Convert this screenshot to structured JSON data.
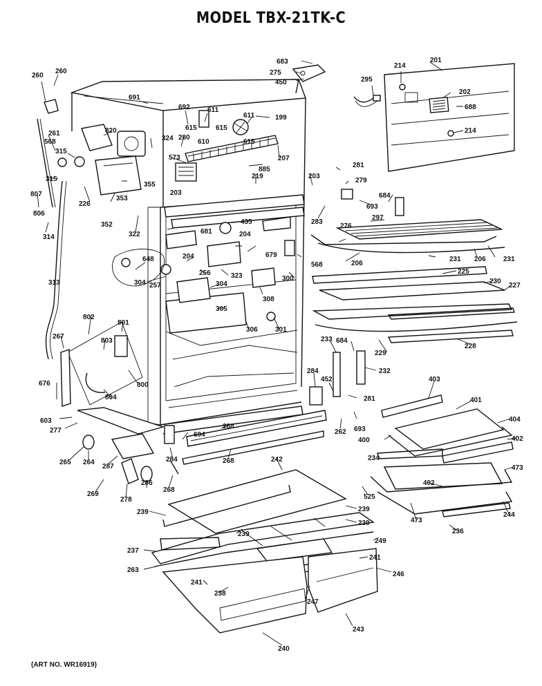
{
  "title": "MODEL TBX-21TK-C",
  "art_number": "(ART NO. WR16919)",
  "part_labels": [
    {
      "id": "p683",
      "text": "683"
    },
    {
      "id": "p275",
      "text": "275"
    },
    {
      "id": "p450",
      "text": "450"
    },
    {
      "id": "p295",
      "text": "295"
    },
    {
      "id": "p214a",
      "text": "214"
    },
    {
      "id": "p201",
      "text": "201"
    },
    {
      "id": "p202",
      "text": "202"
    },
    {
      "id": "p688",
      "text": "688"
    },
    {
      "id": "p214b",
      "text": "214"
    },
    {
      "id": "p260a",
      "text": "260"
    },
    {
      "id": "p260b",
      "text": "260"
    },
    {
      "id": "p691",
      "text": "691"
    },
    {
      "id": "p692",
      "text": "692"
    },
    {
      "id": "p611a",
      "text": "611"
    },
    {
      "id": "p611b",
      "text": "611"
    },
    {
      "id": "p199",
      "text": "199"
    },
    {
      "id": "p261",
      "text": "261"
    },
    {
      "id": "p820",
      "text": "820"
    },
    {
      "id": "p615a",
      "text": "615"
    },
    {
      "id": "p615b",
      "text": "615"
    },
    {
      "id": "p615c",
      "text": "615"
    },
    {
      "id": "p610",
      "text": "610"
    },
    {
      "id": "p568a",
      "text": "568"
    },
    {
      "id": "p324",
      "text": "324"
    },
    {
      "id": "p280",
      "text": "280"
    },
    {
      "id": "p207",
      "text": "207"
    },
    {
      "id": "p315a",
      "text": "315"
    },
    {
      "id": "p573",
      "text": "573"
    },
    {
      "id": "p885",
      "text": "885"
    },
    {
      "id": "p281a",
      "text": "281"
    },
    {
      "id": "p315b",
      "text": "315"
    },
    {
      "id": "p355",
      "text": "355"
    },
    {
      "id": "p203a",
      "text": "203"
    },
    {
      "id": "p219",
      "text": "219"
    },
    {
      "id": "p279",
      "text": "279"
    },
    {
      "id": "p807",
      "text": "807"
    },
    {
      "id": "p226",
      "text": "226"
    },
    {
      "id": "p353",
      "text": "353"
    },
    {
      "id": "p203b",
      "text": "203"
    },
    {
      "id": "p684a",
      "text": "684"
    },
    {
      "id": "p806",
      "text": "806"
    },
    {
      "id": "p352",
      "text": "352"
    },
    {
      "id": "p322",
      "text": "322"
    },
    {
      "id": "p693a",
      "text": "693"
    },
    {
      "id": "p297",
      "text": "297"
    },
    {
      "id": "p283",
      "text": "283"
    },
    {
      "id": "p435",
      "text": "435"
    },
    {
      "id": "p276",
      "text": "276"
    },
    {
      "id": "p314",
      "text": "314"
    },
    {
      "id": "p681",
      "text": "681"
    },
    {
      "id": "p204a",
      "text": "204"
    },
    {
      "id": "p679",
      "text": "679"
    },
    {
      "id": "p568b",
      "text": "568"
    },
    {
      "id": "p206a",
      "text": "206"
    },
    {
      "id": "p206b",
      "text": "206"
    },
    {
      "id": "p231a",
      "text": "231"
    },
    {
      "id": "p231b",
      "text": "231"
    },
    {
      "id": "p648",
      "text": "648"
    },
    {
      "id": "p204b",
      "text": "204"
    },
    {
      "id": "p323",
      "text": "323"
    },
    {
      "id": "p256",
      "text": "256"
    },
    {
      "id": "p313",
      "text": "313"
    },
    {
      "id": "p304a",
      "text": "304"
    },
    {
      "id": "p257",
      "text": "257"
    },
    {
      "id": "p304b",
      "text": "304"
    },
    {
      "id": "p300",
      "text": "300"
    },
    {
      "id": "p225",
      "text": "225"
    },
    {
      "id": "p230",
      "text": "230"
    },
    {
      "id": "p227",
      "text": "227"
    },
    {
      "id": "p308",
      "text": "308"
    },
    {
      "id": "p305",
      "text": "305"
    },
    {
      "id": "p802",
      "text": "802"
    },
    {
      "id": "p801",
      "text": "801"
    },
    {
      "id": "p306",
      "text": "306"
    },
    {
      "id": "p301",
      "text": "301"
    },
    {
      "id": "p267",
      "text": "267"
    },
    {
      "id": "p803",
      "text": "803"
    },
    {
      "id": "p233",
      "text": "233"
    },
    {
      "id": "p684b",
      "text": "684"
    },
    {
      "id": "p228",
      "text": "228"
    },
    {
      "id": "p229",
      "text": "229"
    },
    {
      "id": "p232",
      "text": "232"
    },
    {
      "id": "p800",
      "text": "800"
    },
    {
      "id": "p284a",
      "text": "284"
    },
    {
      "id": "p452",
      "text": "452"
    },
    {
      "id": "p403",
      "text": "403"
    },
    {
      "id": "p676",
      "text": "676"
    },
    {
      "id": "p804",
      "text": "804"
    },
    {
      "id": "p281b",
      "text": "281"
    },
    {
      "id": "p401",
      "text": "401"
    },
    {
      "id": "p603",
      "text": "603"
    },
    {
      "id": "p277",
      "text": "277"
    },
    {
      "id": "p288",
      "text": "288"
    },
    {
      "id": "p262",
      "text": "262"
    },
    {
      "id": "p693b",
      "text": "693"
    },
    {
      "id": "p404",
      "text": "404"
    },
    {
      "id": "p694",
      "text": "694"
    },
    {
      "id": "p400",
      "text": "400"
    },
    {
      "id": "p402a",
      "text": "402"
    },
    {
      "id": "p265",
      "text": "265"
    },
    {
      "id": "p264",
      "text": "264"
    },
    {
      "id": "p287",
      "text": "287"
    },
    {
      "id": "p284b",
      "text": "284"
    },
    {
      "id": "p268a",
      "text": "268"
    },
    {
      "id": "p242",
      "text": "242"
    },
    {
      "id": "p234",
      "text": "234"
    },
    {
      "id": "p473a",
      "text": "473"
    },
    {
      "id": "p286",
      "text": "286"
    },
    {
      "id": "p402b",
      "text": "402"
    },
    {
      "id": "p269",
      "text": "269"
    },
    {
      "id": "p278",
      "text": "278"
    },
    {
      "id": "p268b",
      "text": "268"
    },
    {
      "id": "p525",
      "text": "525"
    },
    {
      "id": "p239a",
      "text": "239"
    },
    {
      "id": "p239b",
      "text": "239"
    },
    {
      "id": "p473b",
      "text": "473"
    },
    {
      "id": "p244",
      "text": "244"
    },
    {
      "id": "p239c",
      "text": "239"
    },
    {
      "id": "p239d",
      "text": "239"
    },
    {
      "id": "p236",
      "text": "236"
    },
    {
      "id": "p249",
      "text": "249"
    },
    {
      "id": "p237",
      "text": "237"
    },
    {
      "id": "p241a",
      "text": "241"
    },
    {
      "id": "p263",
      "text": "263"
    },
    {
      "id": "p246",
      "text": "246"
    },
    {
      "id": "p241b",
      "text": "241"
    },
    {
      "id": "p238",
      "text": "238"
    },
    {
      "id": "p247",
      "text": "247"
    },
    {
      "id": "p243",
      "text": "243"
    },
    {
      "id": "p240",
      "text": "240"
    }
  ]
}
